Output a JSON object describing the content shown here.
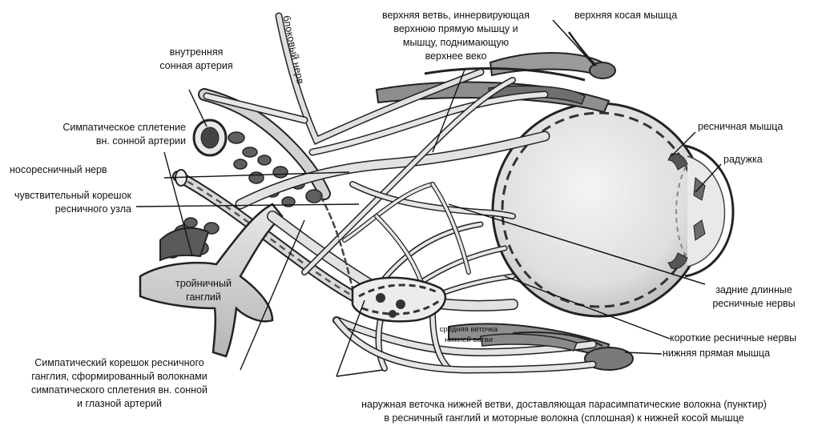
{
  "labels": {
    "trochlear": "блоковый нерв",
    "internal_carotid": [
      "внутренняя",
      "сонная артерия"
    ],
    "sympathetic_plexus": [
      "Симпатическое сплетение",
      "вн. сонной артерии"
    ],
    "nasociliary": "носоресничный нерв",
    "sensory_root": [
      "чувствительный корешок",
      "ресничного узла"
    ],
    "trigeminal": [
      "тройничный",
      "ганглий"
    ],
    "sympathetic_root": [
      "Симпатический корешок ресничного",
      "ганглия, сформированный волокнами",
      "симпатического сплетения вн. сонной",
      "и глазной артерий"
    ],
    "upper_branch": [
      "верхняя ветвь, иннервирующая",
      "верхнюю прямую мышцу и",
      "мышцу, поднимающую",
      "верхнее веко"
    ],
    "superior_oblique": "верхняя косая мышца",
    "ciliary_muscle": "ресничная мышца",
    "iris": "радужка",
    "long_ciliary": [
      "задние длинные",
      "ресничные нервы"
    ],
    "short_ciliary": "короткие ресничные нервы",
    "inferior_rectus": "нижняя прямая мышца",
    "middle_twig": [
      "средняя веточка",
      "нижней ветви"
    ],
    "outer_twig": [
      "наружная веточка нижней ветви, доставляющая парасимпатические волокна (пунктир)",
      "в ресничный ганглий и моторные волокна (сплошная) к нижней косой мышце"
    ]
  }
}
